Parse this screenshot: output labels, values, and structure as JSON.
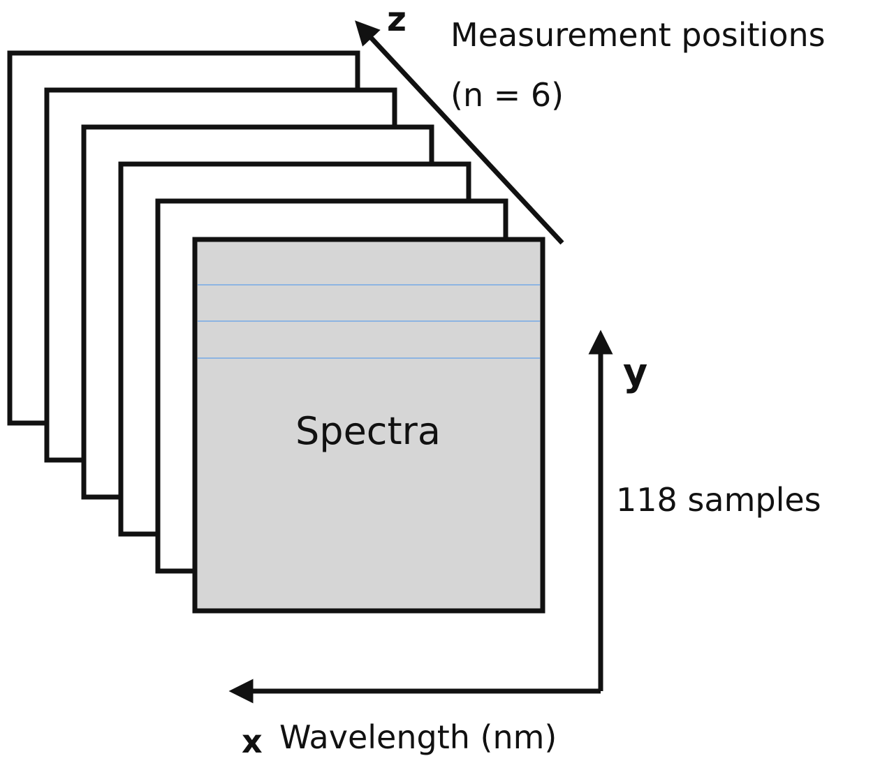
{
  "diagram": {
    "front_label": "Spectra",
    "z_axis": {
      "letter": "z",
      "label_line1": "Measurement positions",
      "label_line2": "(n = 6)"
    },
    "y_axis": {
      "letter": "y",
      "label": "118 samples"
    },
    "x_axis": {
      "letter": "x",
      "label": "Wavelength (nm)"
    },
    "colors": {
      "outline": "#111111",
      "front_fill": "#d6d6d6",
      "spectrum_line": "#8db4e2",
      "background": "#ffffff"
    }
  }
}
